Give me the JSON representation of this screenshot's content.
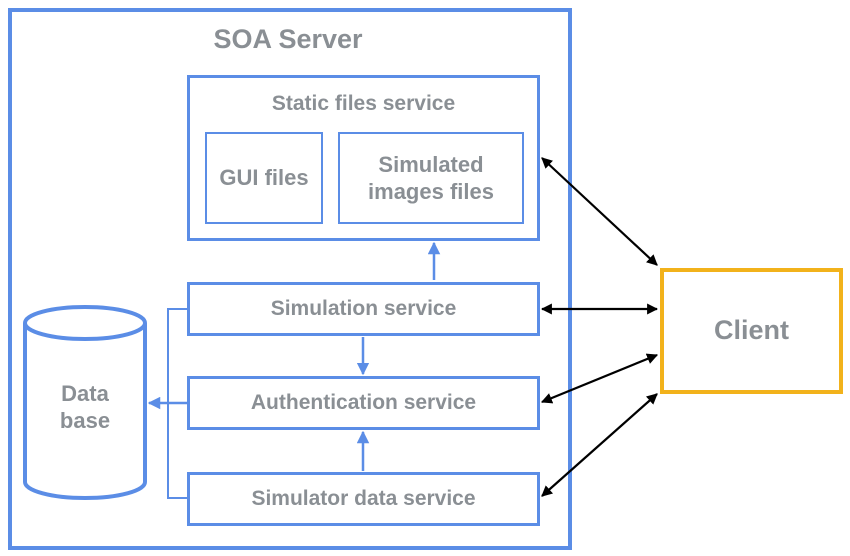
{
  "server": {
    "title": "SOA Server"
  },
  "static_service": {
    "title": "Static files service"
  },
  "gui_files": {
    "label": "GUI files"
  },
  "simulated_images": {
    "label": "Simulated images files"
  },
  "simulation_service": {
    "label": "Simulation service"
  },
  "authentication_service": {
    "label": "Authentication service"
  },
  "simulator_data_service": {
    "label": "Simulator data service"
  },
  "database": {
    "label": "Data base"
  },
  "client": {
    "label": "Client"
  },
  "colors": {
    "server_border": "#5b8de6",
    "client_border": "#f2b21b",
    "text": "#8a8f94",
    "arrow": "#000000"
  }
}
